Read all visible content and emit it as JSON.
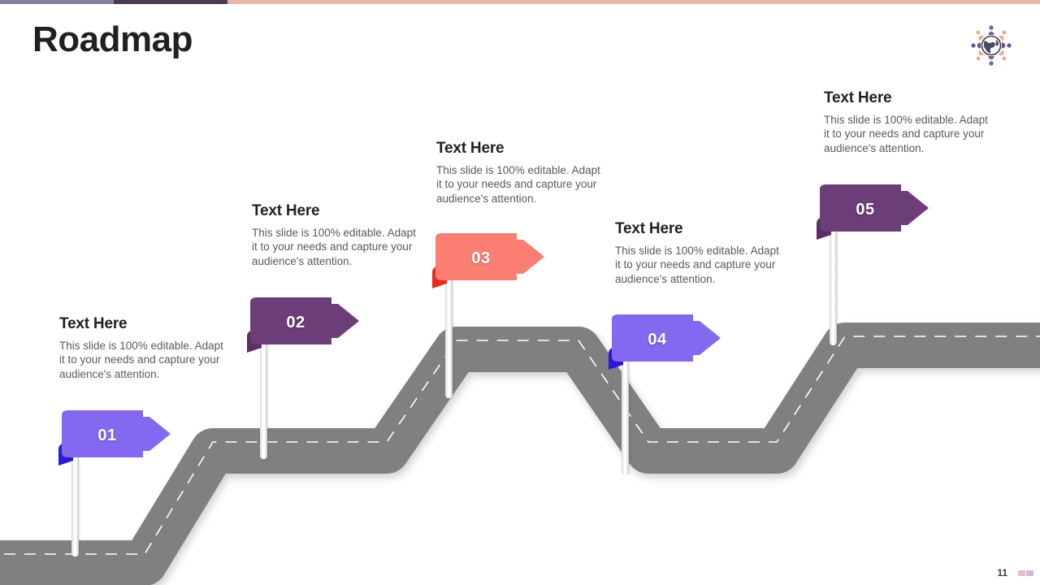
{
  "slide": {
    "title": "Roadmap",
    "page_number": "11",
    "background": "#ffffff"
  },
  "topbar": {
    "segments": [
      {
        "name": "segment-lavender",
        "color": "#8b7f9e"
      },
      {
        "name": "segment-dark-plum",
        "color": "#4a3a52"
      },
      {
        "name": "segment-peach",
        "color": "#e8b5a8"
      }
    ]
  },
  "logo": {
    "name": "globe-people-logo",
    "alt": "Globe surrounded by people icons"
  },
  "colors": {
    "road": "#808080",
    "road_dash": "#ffffff",
    "light_purple": "#8468ef",
    "light_purple_fold": "#2a1ad8",
    "dark_purple": "#6b3d79",
    "dark_purple_fold": "#5a2f66",
    "coral": "#fa7f72",
    "coral_fold": "#e82c20",
    "heading": "#231f20",
    "body_text": "#595959"
  },
  "milestones": [
    {
      "id": "01",
      "number": "01",
      "heading": "Text Here",
      "body": "This slide is 100% editable. Adapt it to your needs and capture your audience's attention.",
      "color": "#8468ef",
      "fold_color": "#2a1ad8"
    },
    {
      "id": "02",
      "number": "02",
      "heading": "Text Here",
      "body": "This slide is 100% editable. Adapt it to your needs and capture your audience's attention.",
      "color": "#6b3d79",
      "fold_color": "#5a2f66"
    },
    {
      "id": "03",
      "number": "03",
      "heading": "Text Here",
      "body": "This slide is 100% editable. Adapt it to your needs and capture your audience's attention.",
      "color": "#fa7f72",
      "fold_color": "#e82c20"
    },
    {
      "id": "04",
      "number": "04",
      "heading": "Text Here",
      "body": "This slide is 100% editable. Adapt it to your needs and capture your audience's attention.",
      "color": "#8468ef",
      "fold_color": "#2a1ad8"
    },
    {
      "id": "05",
      "number": "05",
      "heading": "Text Here",
      "body": "This slide is 100% editable. Adapt it to your needs and capture your audience's attention.",
      "color": "#6b3d79",
      "fold_color": "#5a2f66"
    }
  ],
  "pagebars": [
    {
      "name": "page-bar-pink",
      "color": "#f0b9c4"
    },
    {
      "name": "page-bar-lavender",
      "color": "#c3bedd"
    }
  ]
}
